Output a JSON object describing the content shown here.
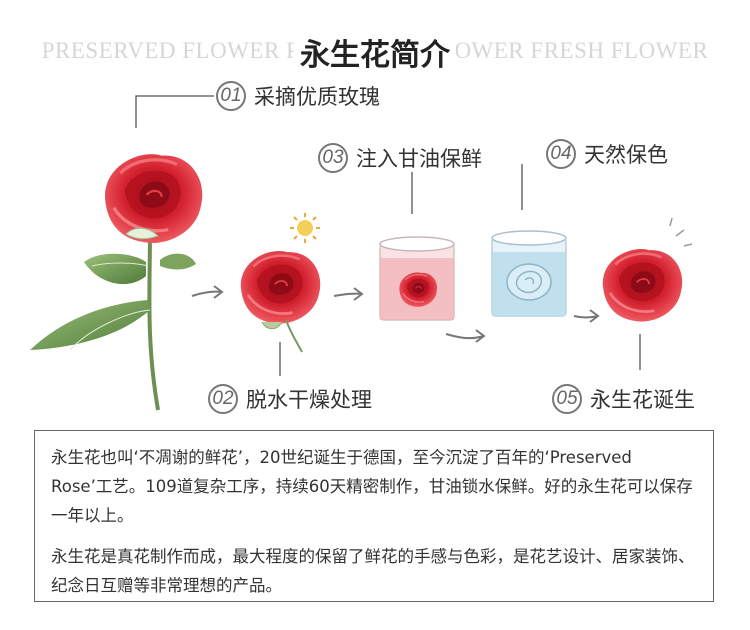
{
  "banner": {
    "background_text": "PRESERVED FLOWER  PRESERVED FLOWER  FRESH FLOWER",
    "title": "永生花简介"
  },
  "steps": [
    {
      "num": "01",
      "label": "采摘优质玫瑰"
    },
    {
      "num": "02",
      "label": "脱水干燥处理"
    },
    {
      "num": "03",
      "label": "注入甘油保鲜"
    },
    {
      "num": "04",
      "label": "天然保色"
    },
    {
      "num": "05",
      "label": "永生花诞生"
    }
  ],
  "description": {
    "paragraph1": "永生花也叫‘不凋谢的鲜花’，20世纪诞生于德国，至今沉淀了百年的‘Preserved Rose’工艺。109道复杂工序，持续60天精密制作，甘油锁水保鲜。好的永生花可以保存一年以上。",
    "paragraph2": "永生花是真花制作而成，最大程度的保留了鲜花的手感与色彩，是花艺设计、居家装饰、纪念日互赠等非常理想的产品。"
  },
  "colors": {
    "rose": "#d2202e",
    "leaf": "#6f9a55",
    "glycerin_red": "#f2b3b8",
    "glycerin_blue": "#b9dcec",
    "sun": "#f4cf58"
  }
}
